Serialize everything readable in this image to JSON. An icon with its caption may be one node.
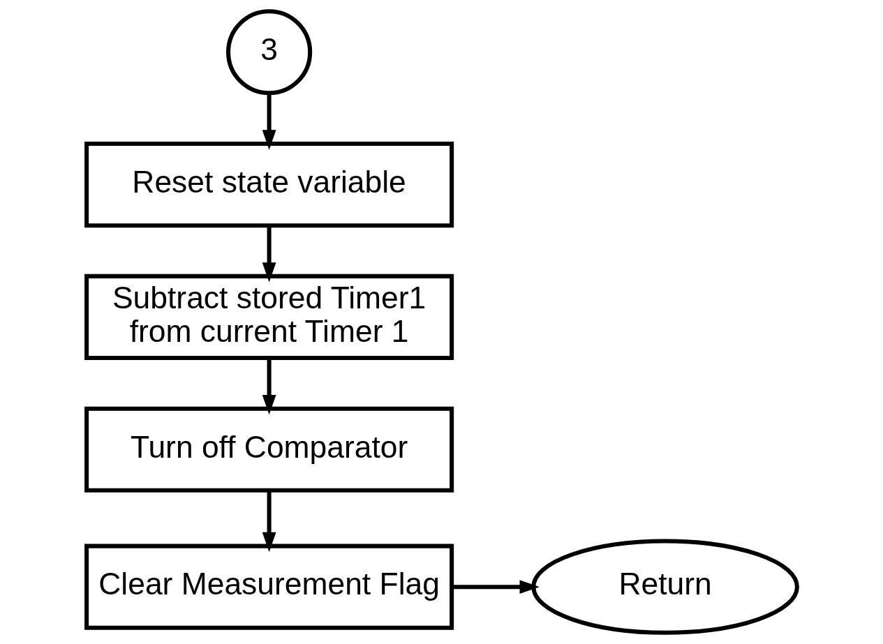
{
  "diagram": {
    "nodes": [
      {
        "text": [
          "3"
        ]
      },
      {
        "text": [
          "Reset state variable"
        ]
      },
      {
        "text": [
          "Subtract stored Timer1 from current Timer 1"
        ]
      },
      {
        "text": [
          "Turn off Comparator"
        ]
      },
      {
        "text": [
          "Clear Measurement Flag"
        ]
      },
      {
        "text": [
          "Return"
        ]
      }
    ],
    "edges": [
      {
        "from": 0,
        "to": 1,
        "arrow": "to"
      },
      {
        "from": 1,
        "to": 2,
        "arrow": "to"
      },
      {
        "from": 2,
        "to": 3,
        "arrow": "to"
      },
      {
        "from": 3,
        "to": 4,
        "arrow": "to"
      },
      {
        "from": 4,
        "to": 5,
        "arrow": "to"
      }
    ]
  }
}
